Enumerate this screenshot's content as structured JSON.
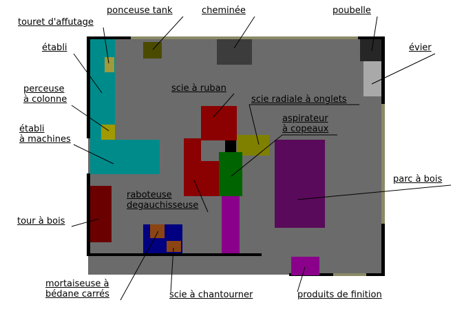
{
  "colors": {
    "background": "#ffffff",
    "floor": "#6b6b6b",
    "wall": "#000000",
    "window": "#8a8a66",
    "teal": "#008b8b",
    "olive": "#808000",
    "dark_olive": "#4a4a00",
    "red": "#8b0000",
    "green": "#006400",
    "purple": "#8b008b",
    "dark_purple": "#5a0a5a",
    "navy": "#000080",
    "brown": "#8b4513",
    "dark_gray": "#3c3c3c",
    "light_gray": "#a9a9a9"
  },
  "labels": {
    "ponceuse_tank": "ponceuse tank",
    "cheminee": "cheminée",
    "poubelle": "poubelle",
    "touret": "touret d'affutage",
    "etabli": "établi",
    "evier": "évier",
    "perceuse_1": "perceuse",
    "perceuse_2": "à colonne",
    "scie_ruban": "scie à ruban",
    "scie_radiale": "scie radiale à onglets",
    "aspirateur_1": "aspirateur",
    "aspirateur_2": "à copeaux",
    "etabli_machines_1": "établi",
    "etabli_machines_2": "à machines",
    "parc_bois": "parc à bois",
    "raboteuse_1": "raboteuse",
    "raboteuse_2": "degauchisseuse",
    "tour_bois": "tour à bois",
    "mortaiseuse_1": "mortaiseuse à",
    "mortaiseuse_2": "bédane carrés",
    "scie_chantourner": "scie à chantourner",
    "produits_finition": "produits de finition"
  }
}
